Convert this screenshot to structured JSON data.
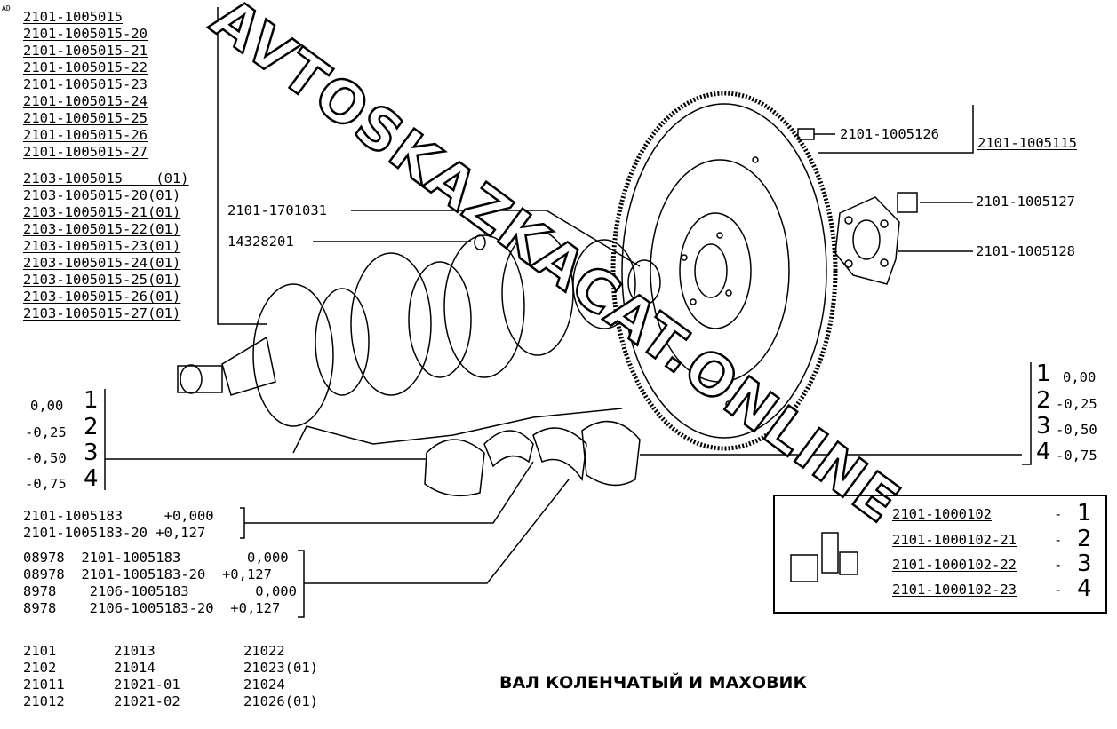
{
  "corner_mark": "AD",
  "watermark": "AVTOSKAZKACAT.ONLINE",
  "title": "ВАЛ КОЛЕНЧАТЫЙ И МАХОВИК",
  "crankshaft_numbers": [
    "2101-1005015",
    "2101-1005015-20",
    "2101-1005015-21",
    "2101-1005015-22",
    "2101-1005015-23",
    "2101-1005015-24",
    "2101-1005015-25",
    "2101-1005015-26",
    "2101-1005015-27"
  ],
  "crankshaft_numbers_01": [
    "2103-1005015    (01)",
    "2103-1005015-20(01)",
    "2103-1005015-21(01)",
    "2103-1005015-22(01)",
    "2103-1005015-23(01)",
    "2103-1005015-24(01)",
    "2103-1005015-25(01)",
    "2103-1005015-26(01)",
    "2103-1005015-27(01)"
  ],
  "callouts": {
    "bearing": "2101-1701031",
    "plug": "14328201",
    "flywheel_bolt": "2101-1005126",
    "flywheel": "2101-1005115",
    "washer_bolt": "2101-1005127",
    "washer": "2101-1005128"
  },
  "left_sizes": {
    "values": [
      "0,00",
      "-0,25",
      "-0,50",
      "-0,75"
    ],
    "numbers": [
      "1",
      "2",
      "3",
      "4"
    ]
  },
  "right_sizes": {
    "numbers": [
      "1",
      "2",
      "3",
      "4"
    ],
    "values": [
      "0,00",
      "-0,25",
      "-0,50",
      "-0,75"
    ]
  },
  "thrust_half_rings": [
    "2101-1005183     +0,000",
    "2101-1005183-20 +0,127"
  ],
  "liners": [
    "08978  2101-1005183        0,000",
    "08978  2101-1005183-20  +0,127",
    "8978    2106-1005183        0,000",
    "8978    2106-1005183-20  +0,127"
  ],
  "kits": [
    {
      "code": "2101-1000102",
      "num": "1"
    },
    {
      "code": "2101-1000102-21",
      "num": "2"
    },
    {
      "code": "2101-1000102-22",
      "num": "3"
    },
    {
      "code": "2101-1000102-23",
      "num": "4"
    }
  ],
  "models": [
    [
      "2101",
      "21013",
      "21022"
    ],
    [
      "2102",
      "21014",
      "21023(01)"
    ],
    [
      "21011",
      "21021-01",
      "21024"
    ],
    [
      "21012",
      "21021-02",
      "21026(01)"
    ]
  ]
}
